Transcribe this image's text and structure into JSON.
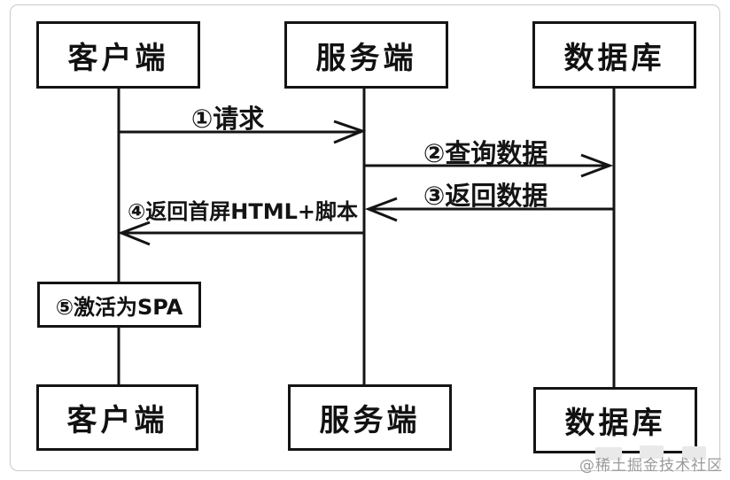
{
  "diagram": {
    "type": "sequence",
    "actors_top": [
      {
        "id": "client",
        "label": "客户端"
      },
      {
        "id": "server",
        "label": "服务端"
      },
      {
        "id": "database",
        "label": "数据库"
      }
    ],
    "actors_bottom": [
      {
        "id": "client",
        "label": "客户端"
      },
      {
        "id": "server",
        "label": "服务端"
      },
      {
        "id": "database",
        "label": "数据库"
      }
    ],
    "messages": [
      {
        "label": "①请求",
        "from": "client",
        "to": "server",
        "direction": "right"
      },
      {
        "label": "②查询数据",
        "from": "server",
        "to": "database",
        "direction": "right"
      },
      {
        "label": "③返回数据",
        "from": "database",
        "to": "server",
        "direction": "left"
      },
      {
        "label": "④返回首屏HTML+脚本",
        "from": "server",
        "to": "client",
        "direction": "left"
      }
    ],
    "step_box": {
      "label": "⑤激活为SPA",
      "on": "client"
    },
    "watermark": {
      "text": "@稀土掘金技术社区"
    },
    "colors": {
      "line": "#141414",
      "box_border": "#141414",
      "background": "#ffffff",
      "frame": "#c9c9c9",
      "watermark": "#9a9a9a",
      "blur_patch": "#e9e9e9"
    }
  }
}
